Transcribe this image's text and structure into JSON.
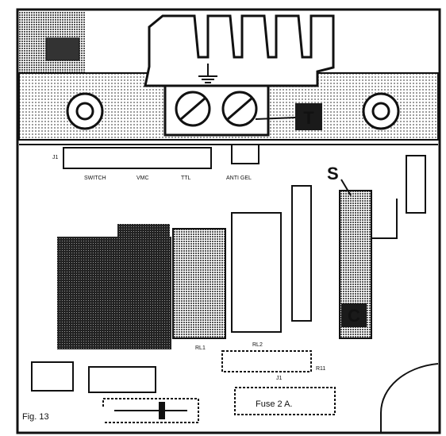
{
  "labels": {
    "marker_t": "T",
    "marker_s": "S",
    "marker_c": "C",
    "figure_caption": "Fig. 13 ",
    "fuse": "Fuse 2 A.",
    "switch_switch": "SWITCH",
    "switch_vmc": "VMC",
    "switch_ttl": "TTL",
    "anti_gel": "ANTI GEL",
    "rl1": "RL1",
    "rl2": "RL2",
    "j1": "J1",
    "r11": "R11",
    "j1_small": "J1"
  },
  "colors": {
    "ink": "#111111",
    "paper": "#ffffff",
    "marker_bg": "#1a1a1a",
    "marker_fg": "#ffffff"
  }
}
